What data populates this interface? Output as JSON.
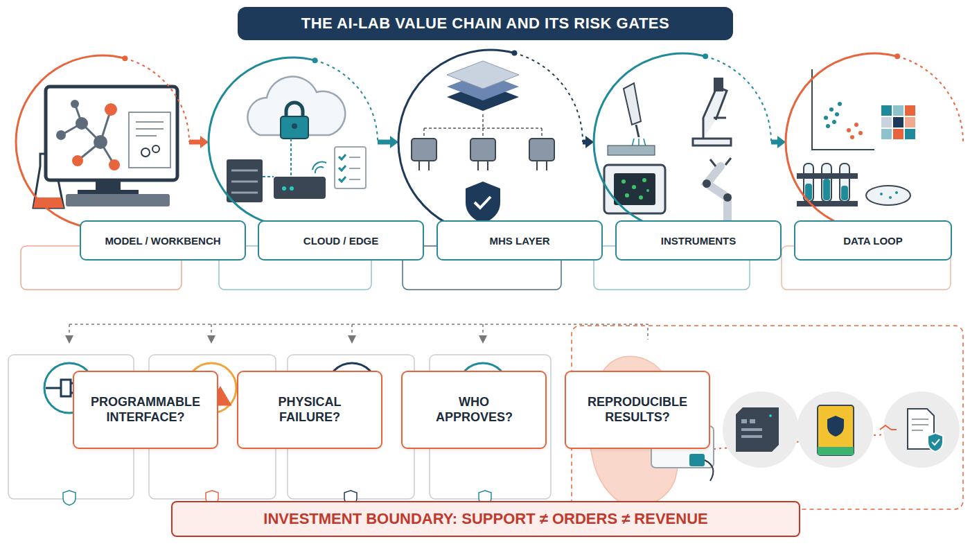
{
  "diagram": {
    "title": "THE AI-LAB VALUE CHAIN AND ITS RISK GATES",
    "nodes": [
      {
        "text": [
          "MODEL / WORKBENCH"
        ]
      },
      {
        "text": [
          "CLOUD / EDGE"
        ]
      },
      {
        "text": [
          "MHS LAYER"
        ]
      },
      {
        "text": [
          "INSTRUMENTS"
        ]
      },
      {
        "text": [
          "DATA LOOP"
        ]
      },
      {
        "text": [
          "PROGRAMMABLE INTERFACE?"
        ]
      },
      {
        "text": [
          "PHYSICAL FAILURE?"
        ]
      },
      {
        "text": [
          "WHO APPROVES?"
        ]
      },
      {
        "text": [
          "REPRODUCIBLE RESULTS?"
        ]
      },
      {
        "text": [
          "INVESTMENT BOUNDARY: SUPPORT ≠ ORDERS ≠ REVENUE"
        ]
      }
    ],
    "edges": [
      {
        "from": 0,
        "to": 1,
        "arrow": "to"
      },
      {
        "from": 1,
        "to": 2,
        "arrow": "to"
      },
      {
        "from": 2,
        "to": 3,
        "arrow": "to"
      },
      {
        "from": 3,
        "to": 4,
        "arrow": "to"
      }
    ]
  }
}
